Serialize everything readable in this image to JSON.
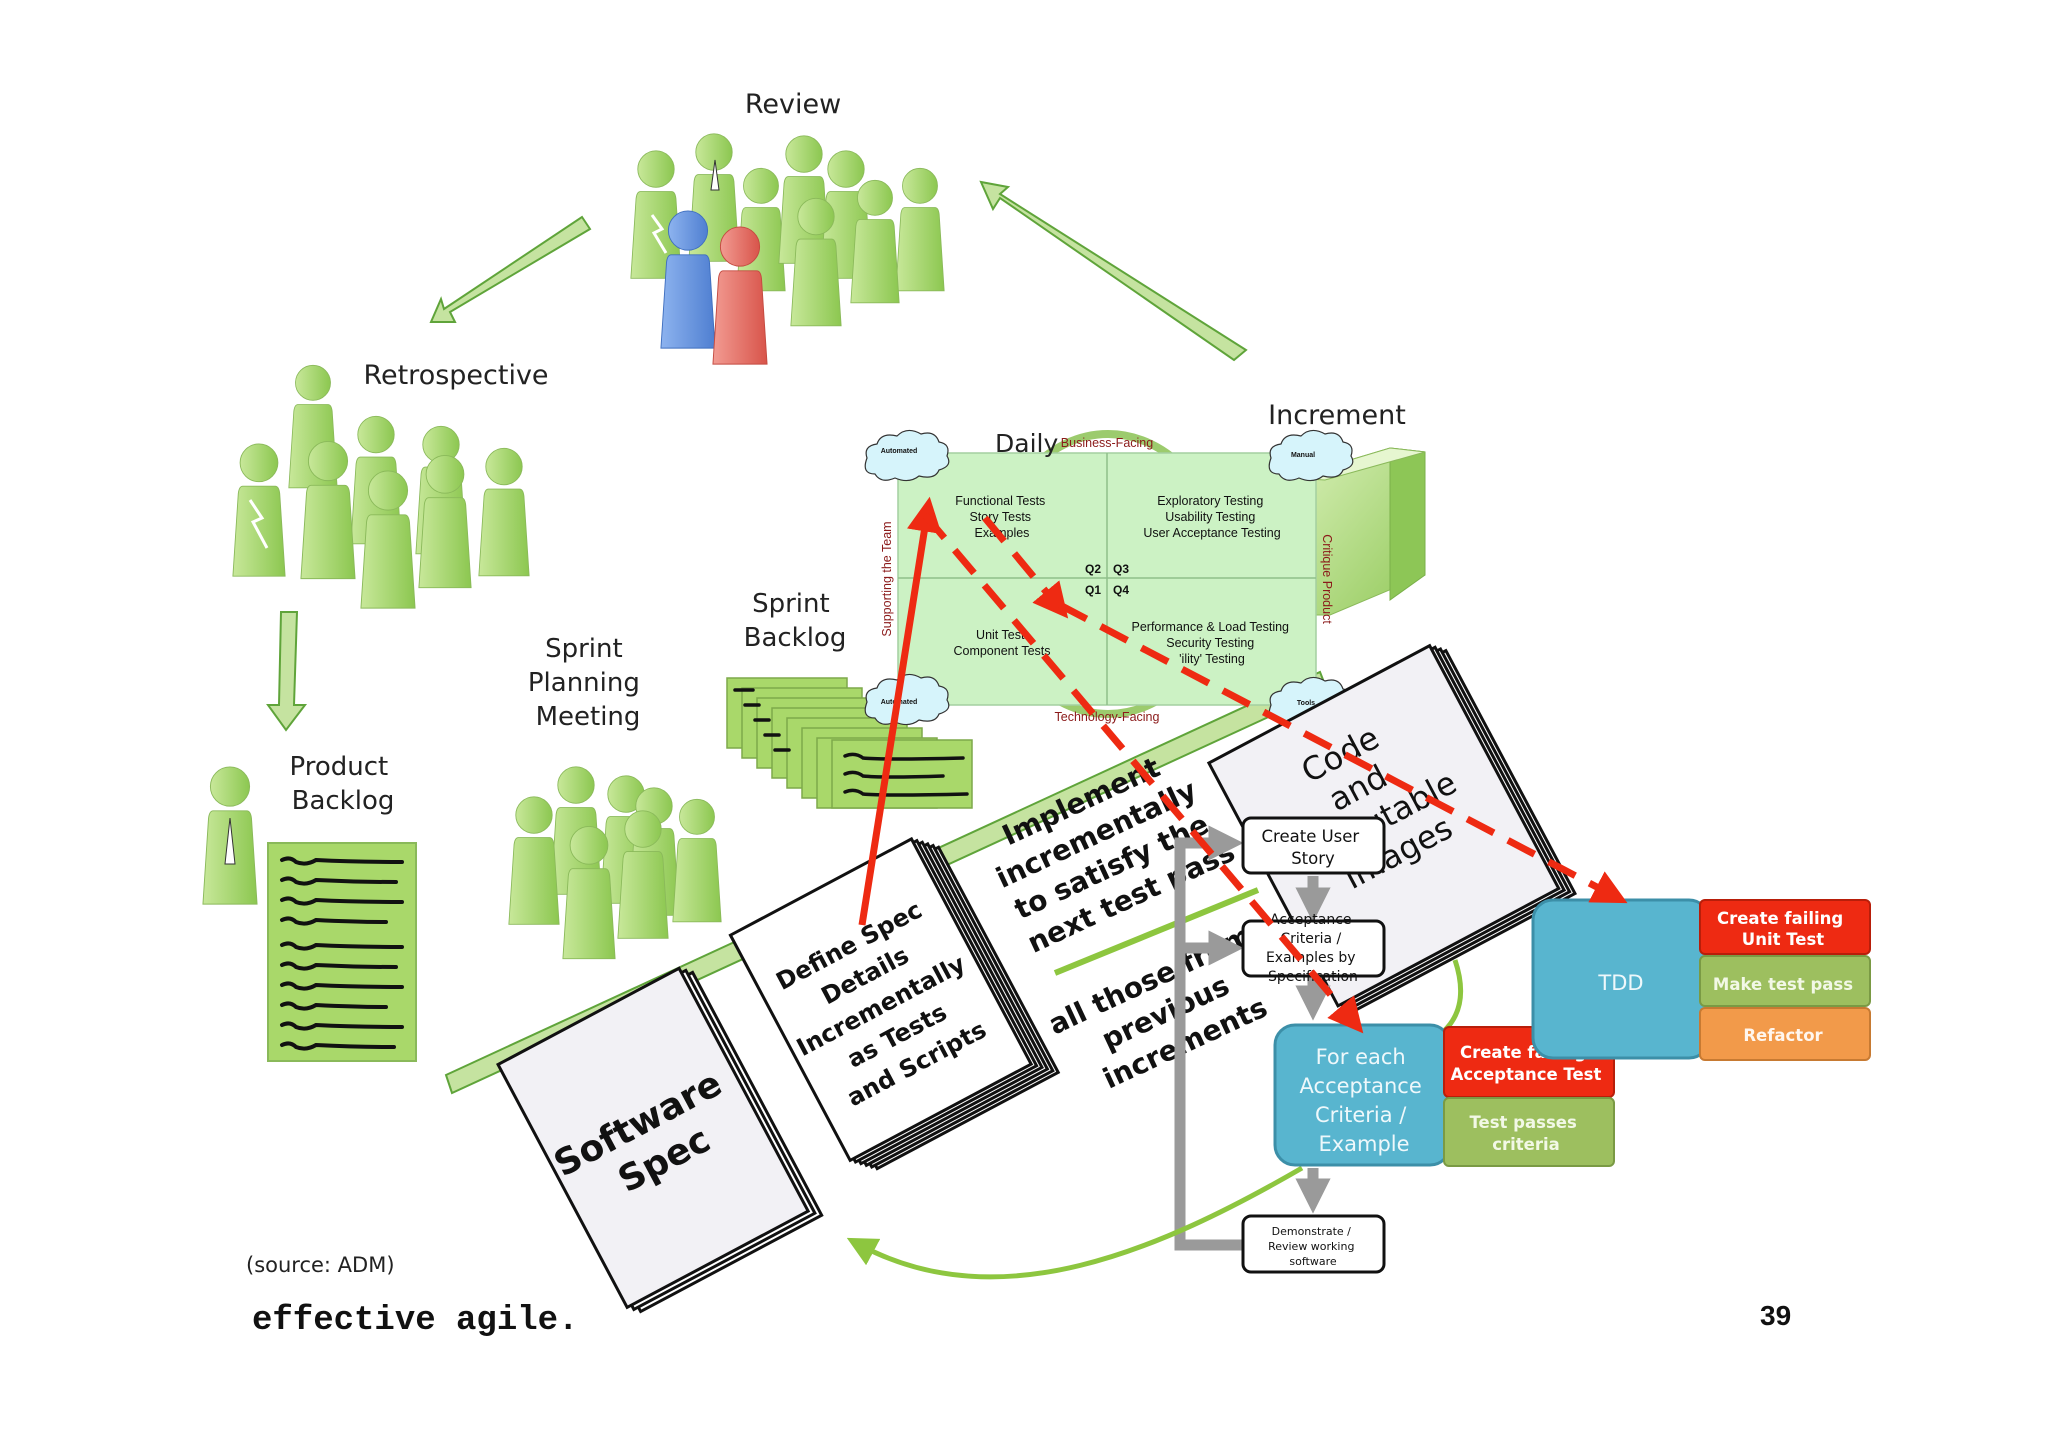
{
  "slide": {
    "labels": {
      "review": "Review",
      "retrospective": "Retrospective",
      "product_backlog": [
        "Product",
        "Backlog"
      ],
      "sprint_planning": [
        "Sprint",
        "Planning",
        "Meeting"
      ],
      "sprint_backlog": [
        "Sprint",
        "Backlog"
      ],
      "daily": "Daily",
      "increment": "Increment"
    },
    "quadrant": {
      "top_axis": "Business-Facing",
      "bottom_axis": "Technology-Facing",
      "left_axis": "Supporting the Team",
      "right_axis": "Critique Product",
      "q1_label": "Q1",
      "q2_label": "Q2",
      "q3_label": "Q3",
      "q4_label": "Q4",
      "q2_items": [
        "Functional Tests",
        "Story Tests",
        "Examples"
      ],
      "q3_items": [
        "Exploratory Testing",
        "Usability Testing",
        "User Acceptance Testing"
      ],
      "q1_items": [
        "Unit Test",
        "Component Tests"
      ],
      "q4_items": [
        "Performance & Load Testing",
        "Security Testing",
        "'ility' Testing"
      ],
      "cloud_top_left": "Automated",
      "cloud_top_right": "Manual",
      "cloud_bottom_left": "Automated",
      "cloud_bottom_right": "Tools"
    },
    "docs": {
      "software_spec": [
        "Software",
        "Spec"
      ],
      "define_spec": [
        "Define Spec",
        "Details",
        "Incrementally",
        "as Tests",
        "and Scripts"
      ],
      "code": [
        "Code",
        "and",
        "Executable",
        "Images"
      ]
    },
    "overlay_text": {
      "implement": [
        "Implement",
        "incrementally",
        "to satisfy the",
        "next test pass"
      ],
      "all_those": [
        "all those from",
        "previous",
        "increments"
      ]
    },
    "flow": {
      "create_user_story": [
        "Create User",
        "Story"
      ],
      "acceptance_criteria": [
        "Acceptance",
        "Criteria /",
        "Examples by",
        "Specification"
      ],
      "for_each": [
        "For each",
        "Acceptance",
        "Criteria /",
        "Example"
      ],
      "create_failing_acceptance": [
        "Create failing",
        "Acceptance Test"
      ],
      "test_passes": [
        "Test passes",
        "criteria"
      ],
      "demonstrate": [
        "Demonstrate /",
        "Review working",
        "software"
      ],
      "tdd": "TDD",
      "create_failing_unit": [
        "Create failing",
        "Unit Test"
      ],
      "make_test_pass": "Make test pass",
      "refactor": "Refactor"
    },
    "footer": {
      "source": "(source: ADM)",
      "brand": "effective agile.",
      "page_number": "39"
    }
  },
  "colors": {
    "figure_green": "#a9d86a",
    "arrow_green": "#c5e3a0",
    "red_arrow": "#ee2a12",
    "blue_box": "#58b5cf",
    "red_box": "#ee2a12",
    "green_box": "#9dbf5f",
    "orange_box": "#f29a4a",
    "gray_flow": "#9a9a9a",
    "person_blue": "#6b9be0",
    "person_red": "#e87368",
    "quadrant_fill": "#ccf2c4",
    "axis_text": "#8b1a1a"
  }
}
